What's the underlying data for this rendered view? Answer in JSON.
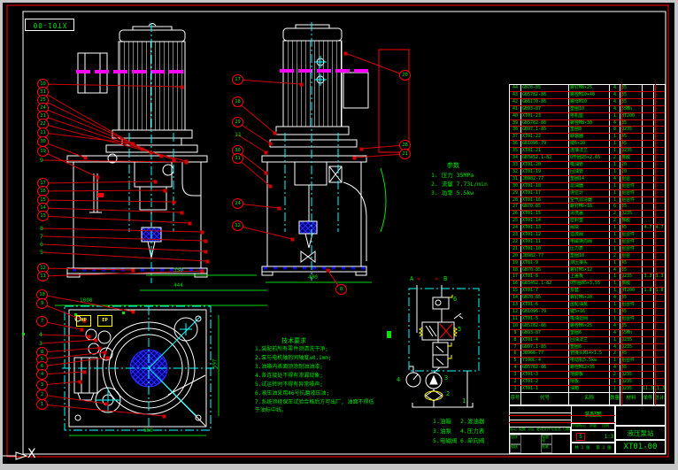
{
  "frame_label": "XT01-00",
  "window": {
    "bottom_left_marker": "X"
  },
  "params": {
    "title": "参数",
    "items": [
      "1. 压力 35MPa",
      "2. 流量 7.73L/min",
      "3. 功率 5.5kw"
    ]
  },
  "tech_notes": {
    "title": "技术要求",
    "items": [
      "1.装配前所有零件须清洗干净;",
      "2.泵与电机轴的同轴度≤0.1mm;",
      "3.油箱内表面须涂耐油油漆;",
      "4.各连接处不得有渗漏现象;",
      "5.试运转时不得有异常噪声;",
      "6.液压油采用46号抗磨液压油;",
      "7.系统须经保压试验合格后方可出厂, 油面不得低于油标中线。"
    ]
  },
  "dimensions": {
    "d1": "350",
    "d2": "444",
    "d3": "1000",
    "d4": "400",
    "d5": "660",
    "d6": "597"
  },
  "plan": {
    "markers": [
      "HP",
      "EP"
    ]
  },
  "balloons": {
    "view1": [
      "10",
      "31",
      "25",
      "24",
      "21",
      "22",
      "11",
      "30",
      "19",
      "9",
      "17",
      "16",
      "15",
      "14",
      "13",
      "8",
      "7",
      "6",
      "5",
      "12",
      "11"
    ],
    "plan": [
      "10",
      "9",
      "7",
      "4",
      "3",
      "8",
      "5",
      "6",
      "4",
      "3",
      "2",
      "1"
    ],
    "view2_left": [
      "17",
      "18",
      "29",
      "11",
      "30",
      "31",
      "24",
      "12"
    ],
    "view2_right": [
      "20",
      "28",
      "21"
    ],
    "extra": [
      "8"
    ]
  },
  "schematic": {
    "ports": [
      "A",
      "B"
    ],
    "port_marks": [
      "✳",
      "✳"
    ],
    "item_labels": [
      "1",
      "2",
      "3",
      "4",
      "5",
      "6"
    ],
    "legend": [
      "1.油箱",
      "2.滤油器",
      "3.油泵",
      "4.压力表",
      "5.电磁阀",
      "6.单向阀"
    ]
  },
  "parts_table": {
    "headers": [
      "序号",
      "代号",
      "名称",
      "数量",
      "材料",
      "单件",
      "总计"
    ],
    "rows": [
      [
        "44",
        "GB70-85",
        "螺钉M8×25",
        "4",
        "35",
        "",
        ""
      ],
      [
        "43",
        "GB5782-86",
        "螺栓M10×40",
        "4",
        "35",
        "",
        ""
      ],
      [
        "42",
        "GB6170-86",
        "螺母M10",
        "4",
        "35",
        "",
        ""
      ],
      [
        "41",
        "GB93-87",
        "垫圈10",
        "4",
        "65Mn",
        "",
        ""
      ],
      [
        "40",
        "XT01-23",
        "电机座",
        "1",
        "HT200",
        "",
        ""
      ],
      [
        "39",
        "GB5782-86",
        "螺栓M8×30",
        "4",
        "35",
        "",
        ""
      ],
      [
        "38",
        "GB97.1-85",
        "垫圈8",
        "8",
        "Q235",
        "",
        ""
      ],
      [
        "37",
        "XT01-22",
        "联轴器",
        "1",
        "45",
        "",
        ""
      ],
      [
        "36",
        "GB1096-79",
        "键6×20",
        "1",
        "45",
        "",
        ""
      ],
      [
        "35",
        "XT01-21",
        "连接法兰",
        "1",
        "Q235",
        "",
        ""
      ],
      [
        "34",
        "GB3452.1-82",
        "O形圈25×2.65",
        "2",
        "橡胶",
        "",
        ""
      ],
      [
        "33",
        "XT01-20",
        "吸油管",
        "1",
        "20",
        "",
        ""
      ],
      [
        "32",
        "XT01-19",
        "回油管",
        "1",
        "20",
        "",
        ""
      ],
      [
        "31",
        "JB982-77",
        "垫圈14",
        "4",
        "组合",
        "",
        ""
      ],
      [
        "30",
        "XT01-18",
        "滤油器",
        "1",
        "组合件",
        "",
        ""
      ],
      [
        "29",
        "XT01-17",
        "液位计",
        "1",
        "组合件",
        "",
        ""
      ],
      [
        "28",
        "XT01-16",
        "空气滤清器",
        "1",
        "组合件",
        "",
        ""
      ],
      [
        "27",
        "GB70-85",
        "螺钉M6×16",
        "6",
        "35",
        "",
        ""
      ],
      [
        "26",
        "XT01-15",
        "清洗盖",
        "2",
        "Q235",
        "",
        ""
      ],
      [
        "25",
        "XT01-14",
        "密封垫",
        "2",
        "橡胶",
        "",
        ""
      ],
      [
        "24",
        "XT01-13",
        "阀块",
        "1",
        "45",
        "4.7",
        "4.7"
      ],
      [
        "23",
        "XT01-12",
        "溢流阀",
        "1",
        "组合件",
        "",
        ""
      ],
      [
        "22",
        "XT01-11",
        "电磁换向阀",
        "1",
        "组合件",
        "",
        ""
      ],
      [
        "21",
        "XT01-10",
        "压力表",
        "1",
        "组合件",
        "",
        ""
      ],
      [
        "20",
        "JB982-77",
        "垫圈10",
        "2",
        "组合",
        "",
        ""
      ],
      [
        "19",
        "XT01-9",
        "测压接头",
        "1",
        "45",
        "",
        ""
      ],
      [
        "18",
        "GB70-85",
        "螺钉M5×12",
        "4",
        "35",
        "",
        ""
      ],
      [
        "17",
        "XT01-8",
        "上盖板",
        "1",
        "Q235",
        "3.3",
        "3.3"
      ],
      [
        "16",
        "GB3452.1-82",
        "O形圈85×3.55",
        "1",
        "橡胶",
        "",
        ""
      ],
      [
        "15",
        "XT01-7",
        "泵套",
        "1",
        "HT200",
        "1.8",
        "1.8"
      ],
      [
        "14",
        "GB70-85",
        "螺钉M6×20",
        "4",
        "35",
        "",
        ""
      ],
      [
        "13",
        "XT01-6",
        "齿轮油泵",
        "1",
        "组合件",
        "",
        ""
      ],
      [
        "12",
        "GB1096-79",
        "键5×16",
        "1",
        "45",
        "",
        ""
      ],
      [
        "11",
        "XT01-5",
        "吸油滤网",
        "1",
        "组合件",
        "",
        ""
      ],
      [
        "10",
        "GB5782-86",
        "螺栓M6×25",
        "4",
        "35",
        "",
        ""
      ],
      [
        "9",
        "GB93-87",
        "垫圈6",
        "4",
        "65Mn",
        "",
        ""
      ],
      [
        "8",
        "XT01-4",
        "回油法兰",
        "1",
        "Q235",
        "",
        ""
      ],
      [
        "7",
        "GB97.1-85",
        "垫圈6",
        "4",
        "Q235",
        "",
        ""
      ],
      [
        "6",
        "JB966-77",
        "管接头M14×1.5",
        "2",
        "45",
        "",
        ""
      ],
      [
        "5",
        "Y100L-4",
        "电动机5.5kw",
        "1",
        "组合件",
        "",
        ""
      ],
      [
        "4",
        "GB5782-86",
        "螺栓M12×35",
        "4",
        "35",
        "",
        ""
      ],
      [
        "3",
        "XT01-3",
        "地脚板",
        "2",
        "Q235",
        "",
        ""
      ],
      [
        "2",
        "XT01-2",
        "隔板",
        "1",
        "Q235",
        "",
        ""
      ],
      [
        "1",
        "XT01-1",
        "油箱",
        "1",
        "Q235",
        "11.32",
        "11.32"
      ]
    ]
  },
  "title_block": {
    "revision_headers": [
      "标记",
      "处数",
      "分区",
      "更改文件号",
      "签名",
      "日期"
    ],
    "sign_labels": [
      "设计",
      "标准化",
      "校核",
      "批准"
    ],
    "stage_headers": [
      "阶段标记",
      "质量",
      "比例"
    ],
    "stage_mark": "S",
    "scale": "1:3",
    "sheet_total": "共 1 张",
    "sheet_no": "第 1 张",
    "doc_type": "装配图",
    "product_name": "液压泵站",
    "drawing_no": "XT01-00"
  }
}
